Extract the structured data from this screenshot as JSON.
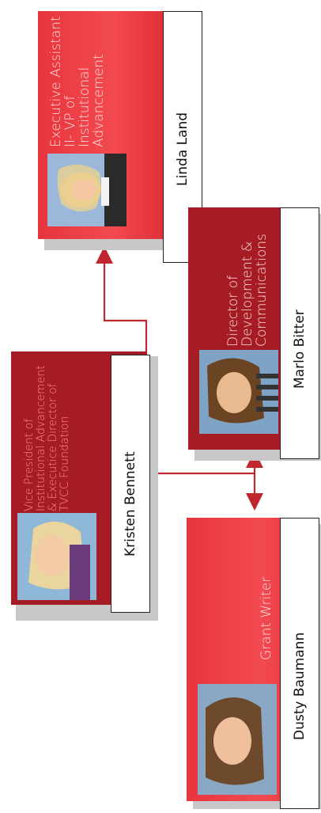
{
  "people": [
    {
      "id": "linda",
      "name": "Linda Land",
      "title": "Executive Assistant II- VP of Institutional Advancement"
    },
    {
      "id": "kristen",
      "name": "Kristen Bennett",
      "title": "Vice President of Institutional Advancement & Executice Director of TVCC Foundation"
    },
    {
      "id": "marlo",
      "name": "Marlo Bitter",
      "title": "Director of Development & Communications"
    },
    {
      "id": "dusty",
      "name": "Dusty Baumann",
      "title": "Grant Writer"
    }
  ],
  "colors": {
    "accent_dark": "#a51c24",
    "accent_bright": "#e8353d",
    "connector": "#c0262e"
  }
}
